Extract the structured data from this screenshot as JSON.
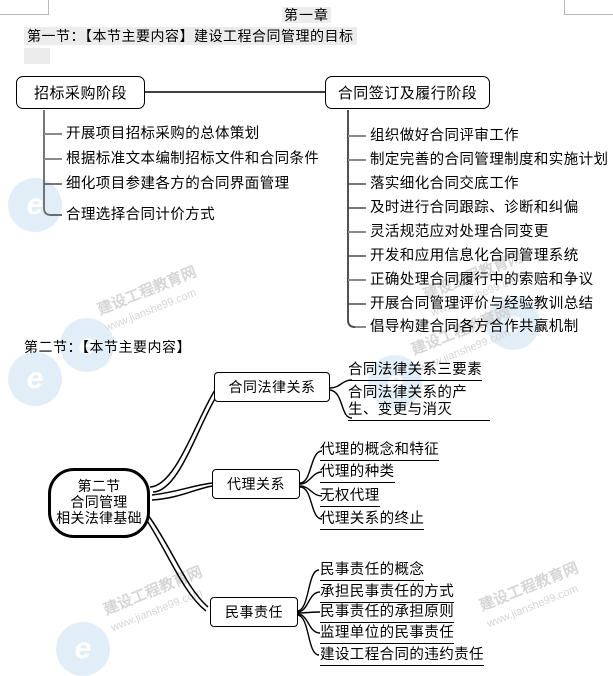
{
  "page": {
    "chapter_title": "第一章",
    "section1_title": "第一节：【本节主要内容】建设工程合同管理的目标",
    "section2_title": "第二节：【本节主要内容】"
  },
  "section1": {
    "left_node": "招标采购阶段",
    "right_node": "合同签订及履行阶段",
    "left_items": [
      "开展项目招标采购的总体策划",
      "根据标准文本编制招标文件和合同条件",
      "细化项目参建各方的合同界面管理",
      "合理选择合同计价方式"
    ],
    "right_items": [
      "组织做好合同评审工作",
      "制定完善的合同管理制度和实施计划",
      "落实细化合同交底工作",
      "及时进行合同跟踪、诊断和纠偏",
      "灵活规范应对处理合同变更",
      "开发和应用信息化合同管理系统",
      "正确处理合同履行中的索赔和争议",
      "开展合同管理评价与经验教训总结",
      "倡导构建合同各方合作共赢机制"
    ]
  },
  "section2": {
    "root": {
      "line1": "第二节",
      "line2": "合同管理",
      "line3": "相关法律基础"
    },
    "branches": [
      {
        "label": "合同法律关系",
        "items": [
          "合同法律关系三要素",
          "合同法律关系的产生、变更与消灭"
        ]
      },
      {
        "label": "代理关系",
        "items": [
          "代理的概念和特征",
          "代理的种类",
          "无权代理",
          "代理关系的终止"
        ]
      },
      {
        "label": "民事责任",
        "items": [
          "民事责任的概念",
          "承担民事责任的方式",
          "民事责任的承担原则",
          "监理单位的民事责任",
          "建设工程合同的违约责任"
        ]
      }
    ]
  },
  "watermark": {
    "brand": "建设工程教育网",
    "url": "www.jianshe99.com",
    "logo_glyph": "e"
  },
  "colors": {
    "line": "#000000",
    "tick": "#777777",
    "highlight": "#ececec",
    "watermark": "#cfcfcf",
    "watermark_logo_bg": "#d9e9f5"
  }
}
